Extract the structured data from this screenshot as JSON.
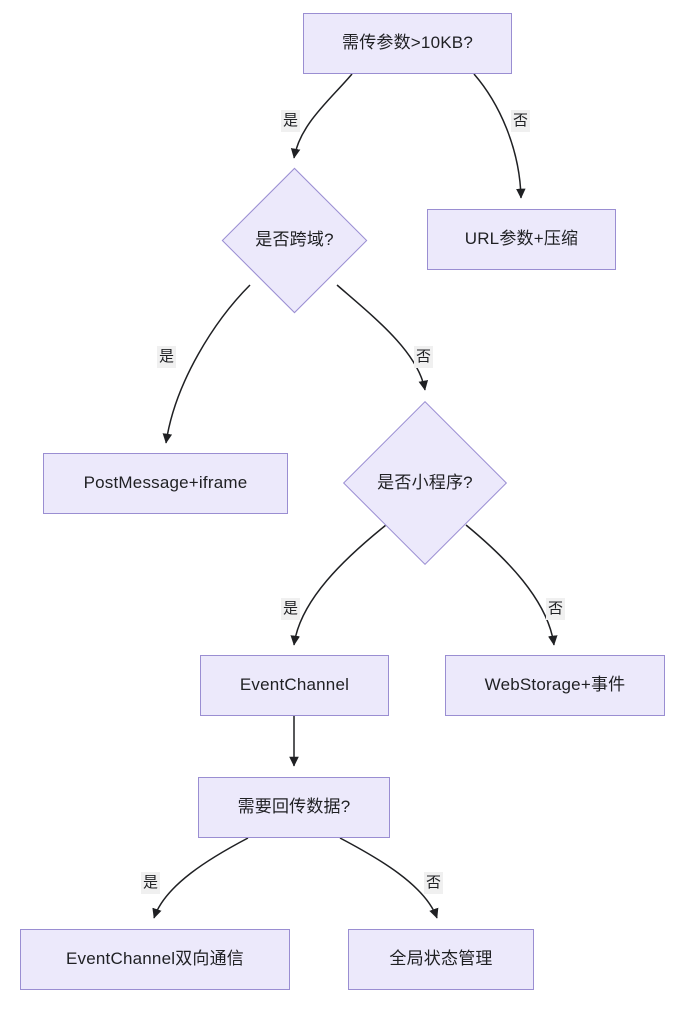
{
  "diagram": {
    "type": "flowchart",
    "title": "",
    "colors": {
      "node_fill": "#ece9fb",
      "node_border": "#9a8ed2",
      "edge_stroke": "#1f2023",
      "label_bg": "#f0f0f0",
      "text": "#1f2023",
      "background": "#ffffff"
    },
    "nodes": [
      {
        "id": "n1",
        "shape": "rect",
        "label": "需传参数>10KB?"
      },
      {
        "id": "n2",
        "shape": "diamond",
        "label": "是否跨域?"
      },
      {
        "id": "n3",
        "shape": "rect",
        "label": "URL参数+压缩"
      },
      {
        "id": "n4",
        "shape": "rect",
        "label": "PostMessage+iframe"
      },
      {
        "id": "n5",
        "shape": "diamond",
        "label": "是否小程序?"
      },
      {
        "id": "n6",
        "shape": "rect",
        "label": "EventChannel"
      },
      {
        "id": "n7",
        "shape": "rect",
        "label": "WebStorage+事件"
      },
      {
        "id": "n8",
        "shape": "rect",
        "label": "需要回传数据?"
      },
      {
        "id": "n9",
        "shape": "rect",
        "label": "EventChannel双向通信"
      },
      {
        "id": "n10",
        "shape": "rect",
        "label": "全局状态管理"
      }
    ],
    "edges": [
      {
        "from": "n1",
        "to": "n2",
        "label": "是"
      },
      {
        "from": "n1",
        "to": "n3",
        "label": "否"
      },
      {
        "from": "n2",
        "to": "n4",
        "label": "是"
      },
      {
        "from": "n2",
        "to": "n5",
        "label": "否"
      },
      {
        "from": "n5",
        "to": "n6",
        "label": "是"
      },
      {
        "from": "n5",
        "to": "n7",
        "label": "否"
      },
      {
        "from": "n6",
        "to": "n8",
        "label": ""
      },
      {
        "from": "n8",
        "to": "n9",
        "label": "是"
      },
      {
        "from": "n8",
        "to": "n10",
        "label": "否"
      }
    ],
    "edge_labels": [
      {
        "id": "l1",
        "text": "是"
      },
      {
        "id": "l2",
        "text": "否"
      },
      {
        "id": "l3",
        "text": "是"
      },
      {
        "id": "l4",
        "text": "否"
      },
      {
        "id": "l5",
        "text": "是"
      },
      {
        "id": "l6",
        "text": "否"
      },
      {
        "id": "l7",
        "text": "是"
      },
      {
        "id": "l8",
        "text": "否"
      }
    ]
  }
}
